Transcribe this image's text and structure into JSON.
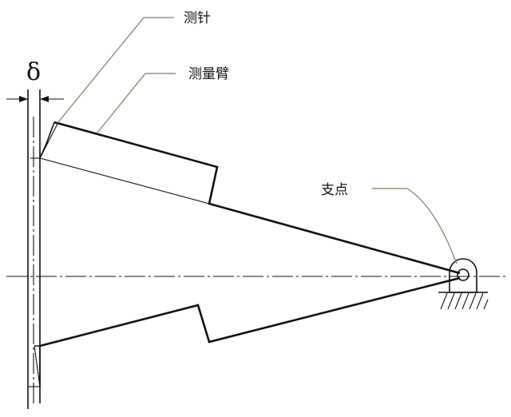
{
  "labels": {
    "stylus": "测针",
    "measuring_arm": "测量臂",
    "pivot": "支点",
    "delta": "δ"
  },
  "colors": {
    "line": "#111111",
    "leader": "#8a7a62",
    "background": "#ffffff"
  }
}
